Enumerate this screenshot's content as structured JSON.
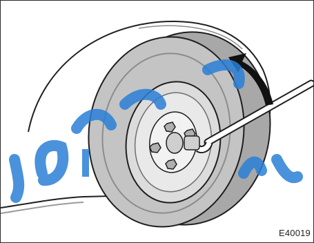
{
  "figure": {
    "code": "E40019",
    "colors": {
      "tire": "#b9b9b9",
      "tire_dark": "#7e7e7e",
      "rim": "#d9d9d9",
      "outline": "#1e1e1e",
      "watermark": "#2b7fd6",
      "arrow": "#111111"
    },
    "icons": [
      "tire-illustration",
      "lug-wrench-icon",
      "rotation-arrow-icon",
      "watermark-logo"
    ]
  }
}
